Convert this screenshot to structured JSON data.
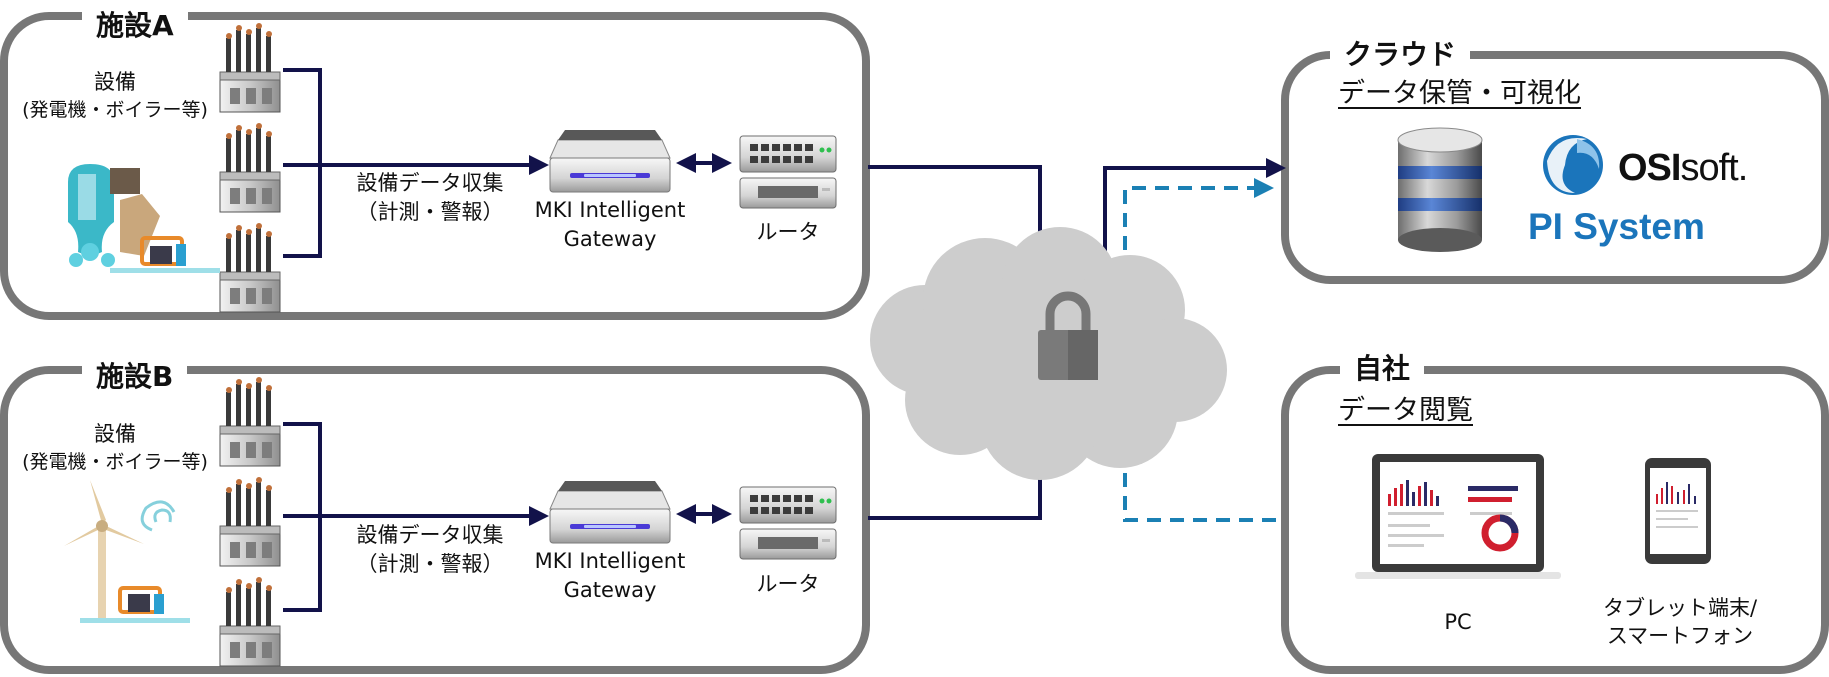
{
  "facility_a": {
    "title": "施設A",
    "equipment_label": "設備",
    "equipment_sub": "(発電機・ボイラー等)",
    "flow_label_1": "設備データ収集",
    "flow_label_2": "（計測・警報）",
    "gateway_label_1": "MKI Intelligent",
    "gateway_label_2": "Gateway",
    "router_label": "ルータ"
  },
  "facility_b": {
    "title": "施設B",
    "equipment_label": "設備",
    "equipment_sub": "(発電機・ボイラー等)",
    "flow_label_1": "設備データ収集",
    "flow_label_2": "（計測・警報）",
    "gateway_label_1": "MKI Intelligent",
    "gateway_label_2": "Gateway",
    "router_label": "ルータ"
  },
  "cloud": {
    "title": "クラウド",
    "subtitle": "データ保管・可視化",
    "brand_main": "OSI",
    "brand_suffix": "soft.",
    "product": "PI System"
  },
  "company": {
    "title": "自社",
    "subtitle": "データ閲覧",
    "pc_label": "PC",
    "tablet_label_1": "タブレット端末/",
    "tablet_label_2": "スマートフォン"
  },
  "colors": {
    "frame": "#777777",
    "line_navy": "#12124a",
    "dashed_blue": "#1b80b4",
    "cloud": "#cdcdcd",
    "pi_blue": "#1b75bb"
  }
}
